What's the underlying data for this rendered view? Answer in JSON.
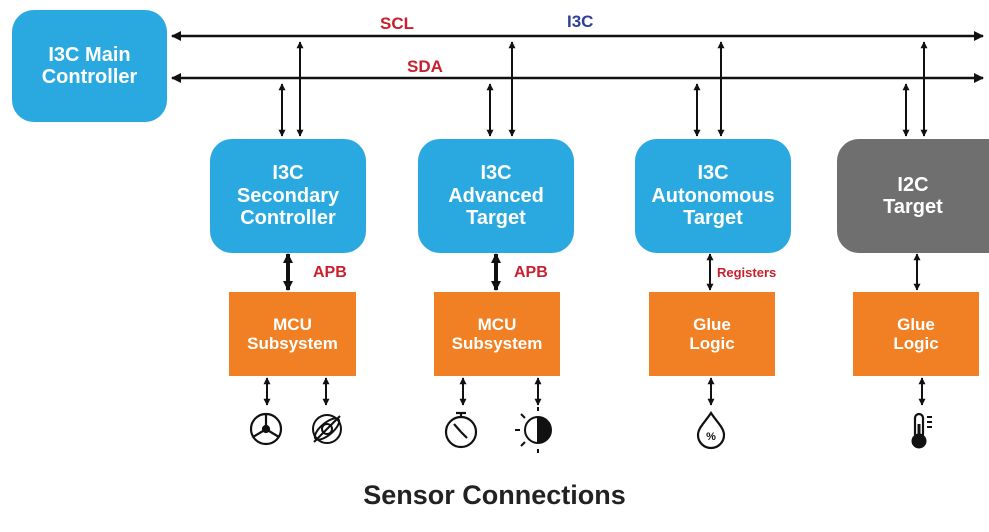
{
  "main_controller": {
    "line1": "I3C Main",
    "line2": "Controller"
  },
  "bus": {
    "scl_label": "SCL",
    "sda_label": "SDA",
    "protocol_label": "I3C"
  },
  "devices": [
    {
      "line1": "I3C",
      "line2": "Secondary",
      "line3": "Controller"
    },
    {
      "line1": "I3C",
      "line2": "Advanced",
      "line3": "Target"
    },
    {
      "line1": "I3C",
      "line2": "Autonomous",
      "line3": "Target"
    },
    {
      "line1": "I2C",
      "line2": "Target"
    }
  ],
  "links": {
    "apb_1": "APB",
    "apb_2": "APB",
    "registers": "Registers"
  },
  "subsystems": [
    {
      "line1": "MCU",
      "line2": "Subsystem"
    },
    {
      "line1": "MCU",
      "line2": "Subsystem"
    },
    {
      "line1": "Glue",
      "line2": "Logic"
    },
    {
      "line1": "Glue",
      "line2": "Logic"
    }
  ],
  "sensors": [
    "fan-icon",
    "gyroscope-icon",
    "compass-icon",
    "brightness-icon",
    "humidity-icon",
    "thermometer-icon"
  ],
  "humidity_symbol": "%",
  "footer": {
    "title": "Sensor Connections"
  },
  "colors": {
    "blue": "#29a9df",
    "gray": "#6f6f6f",
    "orange": "#f08023",
    "red": "#c8202f",
    "navy": "#2e3f98"
  }
}
